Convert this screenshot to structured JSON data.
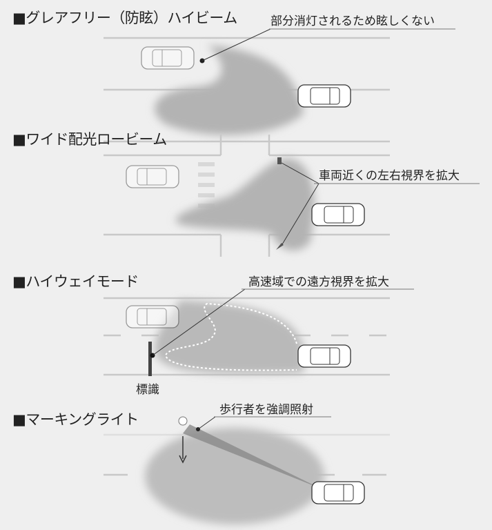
{
  "sections": [
    {
      "title": "■グレアフリー（防眩）ハイビーム",
      "callout": "部分消灯されるため眩しくない"
    },
    {
      "title": "■ワイド配光ロービーム",
      "callout": "車両近くの左右視界を拡大"
    },
    {
      "title": "■ハイウェイモード",
      "callout": "高速域での遠方視界を拡大",
      "sign_label": "標識"
    },
    {
      "title": "■マーキングライト",
      "callout": "歩行者を強調照射"
    }
  ],
  "colors": {
    "background": "#efefef",
    "beam": "#b9b9b9",
    "road_line": "#c8c8c8"
  }
}
